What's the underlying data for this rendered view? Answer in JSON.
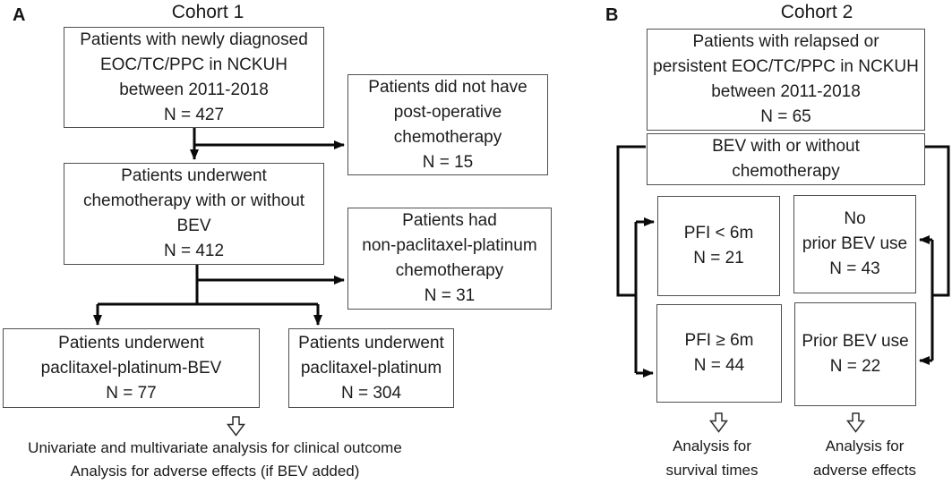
{
  "colors": {
    "border": "#4f4f4f",
    "arrow": "#0a0a0a",
    "text": "#1c1c1c",
    "background": "#ffffff"
  },
  "panelA": {
    "label": "A",
    "title": "Cohort 1",
    "boxes": {
      "newly_diagnosed": "Patients with newly diagnosed\nEOC/TC/PPC in NCKUH\nbetween 2011-2018\nN = 427",
      "no_postop_chemo": "Patients did not have\npost-operative\nchemotherapy\nN = 15",
      "chemo_with_or_without_bev": "Patients underwent\nchemotherapy with or without\nBEV\nN = 412",
      "non_paclitaxel_platinum": "Patients had\nnon-paclitaxel-platinum\nchemotherapy\nN = 31",
      "paclitaxel_platinum_bev": "Patients underwent\npaclitaxel-platinum-BEV\nN = 77",
      "paclitaxel_platinum": "Patients underwent\npaclitaxel-platinum\nN = 304"
    },
    "footer": "Univariate and multivariate analysis for clinical outcome\nAnalysis for adverse effects (if BEV added)"
  },
  "panelB": {
    "label": "B",
    "title": "Cohort 2",
    "boxes": {
      "relapsed_persistent": "Patients with relapsed or\npersistent EOC/TC/PPC in NCKUH\nbetween 2011-2018\nN = 65",
      "bev_with_or_without_chemo": "BEV with or without\nchemotherapy",
      "pfi_lt_6m": "PFI < 6m\nN = 21",
      "no_prior_bev": "No\nprior BEV use\nN = 43",
      "pfi_ge_6m": "PFI  ≥ 6m\nN = 44",
      "prior_bev": "Prior BEV use\nN = 22"
    },
    "footer_survival": "Analysis for\nsurvival times",
    "footer_adverse": "Analysis for\nadverse effects"
  }
}
